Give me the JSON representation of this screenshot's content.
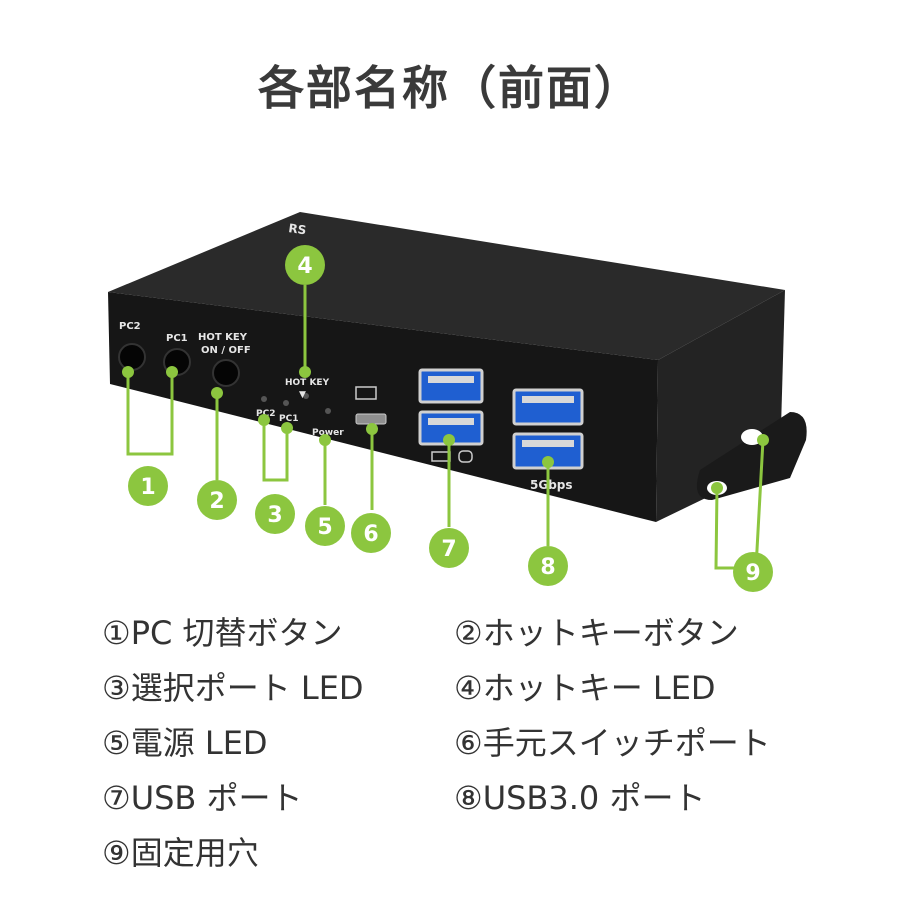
{
  "title": "各部名称（前面）",
  "device_labels": {
    "pc2": "PC2",
    "pc1": "PC1",
    "hotkey_onoff_1": "HOT KEY",
    "hotkey_onoff_2": "ON / OFF",
    "hotkey_led": "HOT KEY",
    "led_pc2": "PC2",
    "led_pc1": "PC1",
    "power": "Power",
    "speed": "5Gbps"
  },
  "callouts": [
    "1",
    "2",
    "3",
    "4",
    "5",
    "6",
    "7",
    "8",
    "9"
  ],
  "legend": [
    "①PC 切替ボタン",
    "②ホットキーボタン",
    "③選択ポート LED",
    "④ホットキー LED",
    "⑤電源 LED",
    "⑥手元スイッチポート",
    "⑦USB ポート",
    "⑧USB3.0 ポート",
    "⑨固定用穴"
  ],
  "colors": {
    "accent_green": "#8cc63f",
    "device_body": "#1b1b1b",
    "usb_blue": "#1f5fd1",
    "title_text": "#3a3a3a"
  }
}
